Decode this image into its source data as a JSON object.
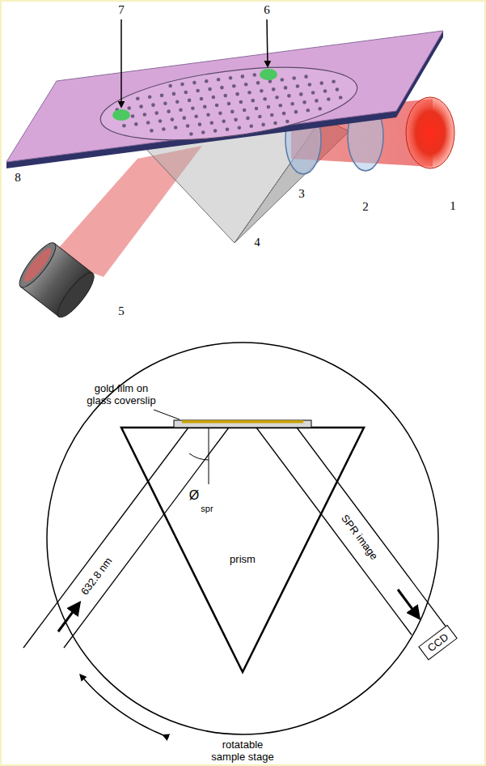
{
  "diagram": {
    "nodes": [
      {
        "text": [
          "prism"
        ]
      },
      {
        "text": [
          "CCD"
        ]
      }
    ],
    "labels": [
      "7",
      "6",
      "8",
      "3",
      "2",
      "1",
      "4",
      "5",
      "gold film on glass coverslip",
      "632.8 nm",
      "Ø",
      "spr",
      "SPR image",
      "rotatable sample stage"
    ]
  }
}
